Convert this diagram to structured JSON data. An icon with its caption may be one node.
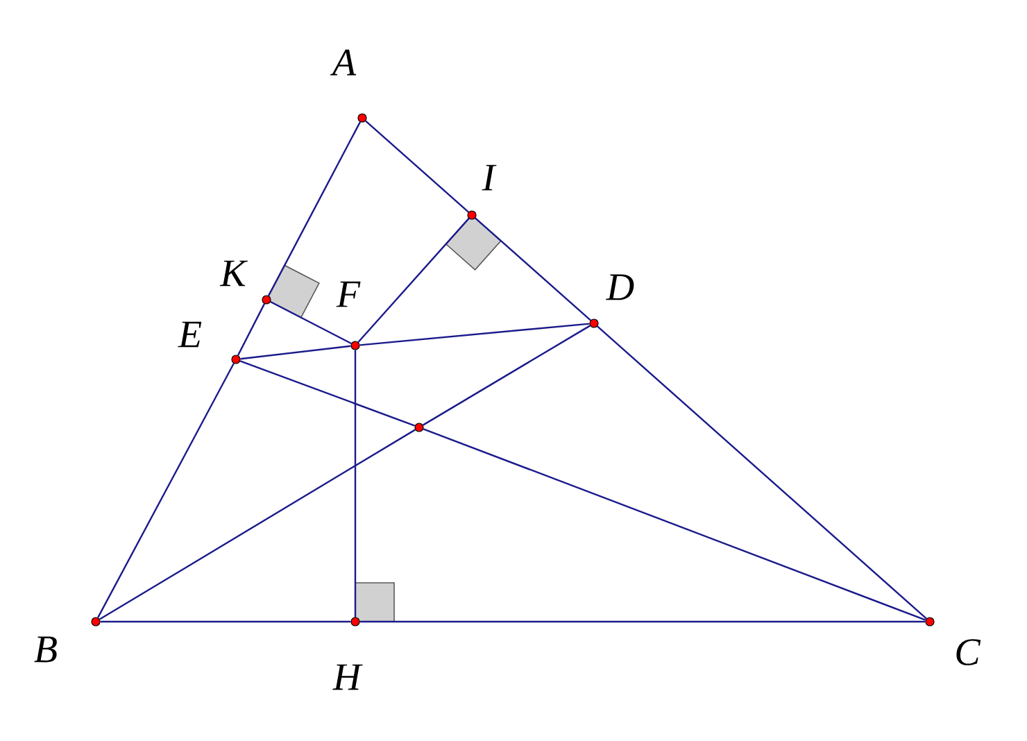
{
  "diagram": {
    "nodes": [
      {
        "text": [
          "A"
        ]
      },
      {
        "text": [
          "I"
        ]
      },
      {
        "text": [
          "K"
        ]
      },
      {
        "text": [
          "F"
        ]
      },
      {
        "text": [
          "D"
        ]
      },
      {
        "text": [
          "E"
        ]
      },
      {
        "text": [],
        "shape": "circle"
      },
      {
        "text": [
          "B"
        ]
      },
      {
        "text": [
          "H"
        ]
      },
      {
        "text": [
          "C"
        ]
      }
    ],
    "edges": [
      {
        "from": 0,
        "to": 2,
        "arrow": "none"
      },
      {
        "from": 2,
        "to": 5,
        "arrow": "none"
      },
      {
        "from": 5,
        "to": 7,
        "arrow": "none"
      },
      {
        "from": 0,
        "to": 1,
        "arrow": "none"
      },
      {
        "from": 1,
        "to": 4,
        "arrow": "none"
      },
      {
        "from": 4,
        "to": 9,
        "arrow": "none"
      },
      {
        "from": 7,
        "to": 8,
        "arrow": "none"
      },
      {
        "from": 8,
        "to": 9,
        "arrow": "none"
      },
      {
        "from": 7,
        "to": 6,
        "arrow": "none"
      },
      {
        "from": 6,
        "to": 4,
        "arrow": "none"
      },
      {
        "from": 5,
        "to": 3,
        "arrow": "none"
      },
      {
        "from": 3,
        "to": 4,
        "arrow": "none"
      },
      {
        "from": 9,
        "to": 6,
        "arrow": "none"
      },
      {
        "from": 6,
        "to": 5,
        "arrow": "none"
      },
      {
        "from": 3,
        "to": 8,
        "arrow": "none"
      },
      {
        "from": 3,
        "to": 1,
        "arrow": "none"
      },
      {
        "from": 3,
        "to": 2,
        "arrow": "none"
      }
    ]
  }
}
